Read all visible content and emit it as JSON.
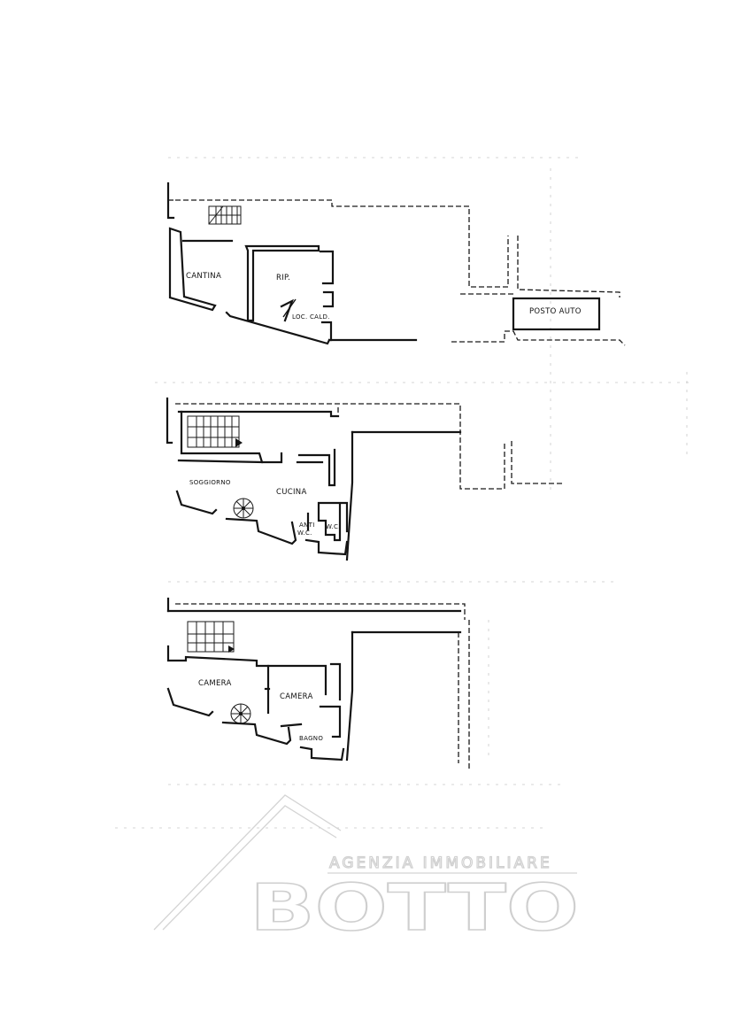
{
  "floorplans": [
    {
      "rooms": [
        {
          "label": "CANTINA"
        },
        {
          "label": "RIP."
        },
        {
          "label": "LOC. CALD."
        },
        {
          "label": "POSTO AUTO"
        }
      ]
    },
    {
      "rooms": [
        {
          "label": "SOGGIORNO"
        },
        {
          "label": "CUCINA"
        },
        {
          "label": "ANTI"
        },
        {
          "label": "W.C."
        },
        {
          "label": "W.C."
        }
      ]
    },
    {
      "rooms": [
        {
          "label": "CAMERA"
        },
        {
          "label": "CAMERA"
        },
        {
          "label": "BAGNO"
        }
      ]
    }
  ],
  "watermark": {
    "agency_line": "AGENZIA IMMOBILIARE",
    "brand": "BOTTO"
  },
  "colors": {
    "ink": "#141414",
    "watermark": "#cfcfcf",
    "background": "#ffffff"
  }
}
